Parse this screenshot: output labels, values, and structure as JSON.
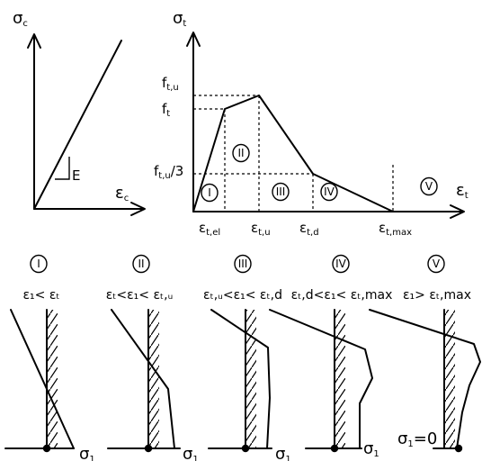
{
  "left_plot": {
    "y_axis": {
      "main": "σ",
      "sub": "c"
    },
    "x_axis": {
      "main": "ε",
      "sub": "c"
    },
    "slope_label": "E"
  },
  "right_plot": {
    "y_axis": {
      "main": "σ",
      "sub": "t"
    },
    "x_axis": {
      "main": "ε",
      "sub": "t"
    },
    "y_ticks": [
      {
        "main": "f",
        "sub": "t,u"
      },
      {
        "main": "f",
        "sub": "t"
      },
      {
        "main": "f",
        "sub": "t,u",
        "suffix": "/3"
      }
    ],
    "x_ticks": [
      {
        "main": "ε",
        "sub": "t,el"
      },
      {
        "main": "ε",
        "sub": "t,u"
      },
      {
        "main": "ε",
        "sub": "t,d"
      },
      {
        "main": "ε",
        "sub": "t,max"
      }
    ],
    "regions": [
      "I",
      "II",
      "III",
      "IV",
      "V"
    ]
  },
  "stages": [
    {
      "numeral": "I",
      "condition": "ε₁< εₜ",
      "stress_label": {
        "main": "σ",
        "sub": "1"
      }
    },
    {
      "numeral": "II",
      "condition": "εₜ<ε₁< εₜ,ᵤ",
      "stress_label": {
        "main": "σ",
        "sub": "1"
      }
    },
    {
      "numeral": "III",
      "condition": "εₜ,ᵤ<ε₁< εₜ,d",
      "stress_label": {
        "main": "σ",
        "sub": "1"
      }
    },
    {
      "numeral": "IV",
      "condition": "εₜ,d<ε₁< εₜ,max",
      "stress_label": {
        "main": "σ",
        "sub": "1"
      }
    },
    {
      "numeral": "V",
      "condition": "ε₁> εₜ,max",
      "stress_label": {
        "main": "σ",
        "sub": "1",
        "suffix": "=0"
      }
    }
  ]
}
